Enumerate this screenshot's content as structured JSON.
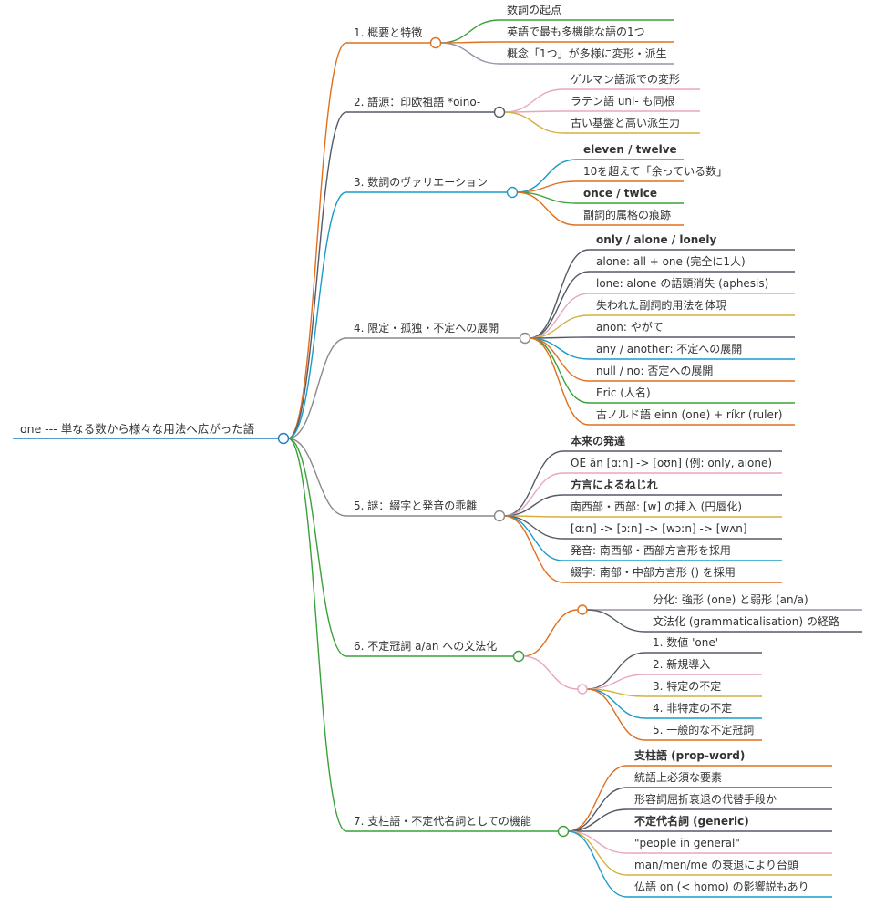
{
  "root": {
    "label": "one --- 単なる数から様々な用法へ広がった語",
    "color": "#1a7fbf"
  },
  "branches": [
    {
      "label": "1. 概要と特徴",
      "color": "#e06f1f",
      "children": [
        {
          "label": "数詞の起点",
          "color": "#3aa03a"
        },
        {
          "label": "英語で最も多機能な語の1つ",
          "color": "#e06f1f"
        },
        {
          "label": "概念「1つ」が多様に変形・派生",
          "color": "#9c90a8"
        }
      ]
    },
    {
      "label": "2. 語源：印欧祖語 *oino-",
      "color": "#555a66",
      "children": [
        {
          "label": "ゲルマン語派での変形",
          "color": "#e8a6c0"
        },
        {
          "label": "ラテン語 uni- も同根",
          "color": "#e8a6c0"
        },
        {
          "label": "古い基盤と高い派生力",
          "color": "#d4b040"
        }
      ]
    },
    {
      "label": "3. 数詞のヴァリエーション",
      "color": "#1a9bc8",
      "children": [
        {
          "label": "eleven / twelve",
          "bold": true,
          "color": "#1a9bc8"
        },
        {
          "label": "10を超えて「余っている数」",
          "color": "#e06f1f"
        },
        {
          "label": "once / twice",
          "bold": true,
          "color": "#3aa03a"
        },
        {
          "label": "副詞的属格の痕跡",
          "color": "#e06f1f"
        }
      ]
    },
    {
      "label": "4. 限定・孤独・不定への展開",
      "color": "#8a8a8a",
      "children": [
        {
          "label": "only / alone / lonely",
          "bold": true,
          "color": "#555a66"
        },
        {
          "label": "alone: all + one (完全に1人)",
          "color": "#555a66"
        },
        {
          "label": "lone: alone の語頭消失 (aphesis)",
          "color": "#e8a6c0"
        },
        {
          "label": "失われた副詞的用法を体現",
          "color": "#d4b040"
        },
        {
          "label": "anon: やがて",
          "color": "#555a66"
        },
        {
          "label": "any / another: 不定への展開",
          "color": "#1a9bc8"
        },
        {
          "label": "null / no: 否定への展開",
          "color": "#e06f1f"
        },
        {
          "label": "Eric (人名)",
          "color": "#3aa03a"
        },
        {
          "label": "古ノルド語 einn (one) + ríkr (ruler)",
          "color": "#e06f1f"
        }
      ]
    },
    {
      "label": "5. 謎：綴字と発音の乖離",
      "color": "#8a8a8a",
      "children": [
        {
          "label": "本来の発達",
          "bold": true,
          "color": "#555a66"
        },
        {
          "label": "OE ān [ɑːn] -> [oʊn] (例: only, alone)",
          "color": "#e8a6c0"
        },
        {
          "label": "方言によるねじれ",
          "bold": true,
          "color": "#555a66"
        },
        {
          "label": "南西部・西部: [w] の挿入 (円唇化)",
          "color": "#d4b040"
        },
        {
          "label": "[ɑːn] -> [ɔːn] -> [wɔːn] -> [wʌn]",
          "color": "#555a66"
        },
        {
          "label": "発音: 南西部・西部方言形を採用",
          "color": "#1a9bc8"
        },
        {
          "label": "綴字: 南部・中部方言形 () を採用",
          "color": "#e06f1f"
        }
      ]
    },
    {
      "label": "6. 不定冠詞 a/an への文法化",
      "color": "#3aa03a",
      "children": [
        {
          "label": "",
          "color": "#e06f1f",
          "children": [
            {
              "label": "分化: 強形 (one) と弱形 (an/a)",
              "color": "#9c90a8"
            },
            {
              "label": "文法化 (grammaticalisation) の経路",
              "color": "#555a66"
            }
          ]
        },
        {
          "label": "",
          "color": "#e8a6c0",
          "children": [
            {
              "label": "1. 数値 'one'",
              "color": "#555a66"
            },
            {
              "label": "2. 新規導入",
              "color": "#e8a6c0"
            },
            {
              "label": "3. 特定の不定",
              "color": "#d4b040"
            },
            {
              "label": "4. 非特定の不定",
              "color": "#1a9bc8"
            },
            {
              "label": "5. 一般的な不定冠詞",
              "color": "#e06f1f"
            }
          ]
        }
      ]
    },
    {
      "label": "7. 支柱語・不定代名詞としての機能",
      "color": "#3aa03a",
      "children": [
        {
          "label": "支柱語 (prop-word)",
          "bold": true,
          "color": "#e06f1f"
        },
        {
          "label": "統語上必須な要素",
          "color": "#555a66"
        },
        {
          "label": "形容詞屈折衰退の代替手段か",
          "color": "#555a66"
        },
        {
          "label": "不定代名詞 (generic)",
          "bold": true,
          "color": "#555a66"
        },
        {
          "label": "\"people in general\"",
          "color": "#e8a6c0"
        },
        {
          "label": "man/men/me の衰退により台頭",
          "color": "#d4b040"
        },
        {
          "label": "仏語 on (< homo) の影響説もあり",
          "color": "#1a9bc8"
        }
      ]
    }
  ]
}
